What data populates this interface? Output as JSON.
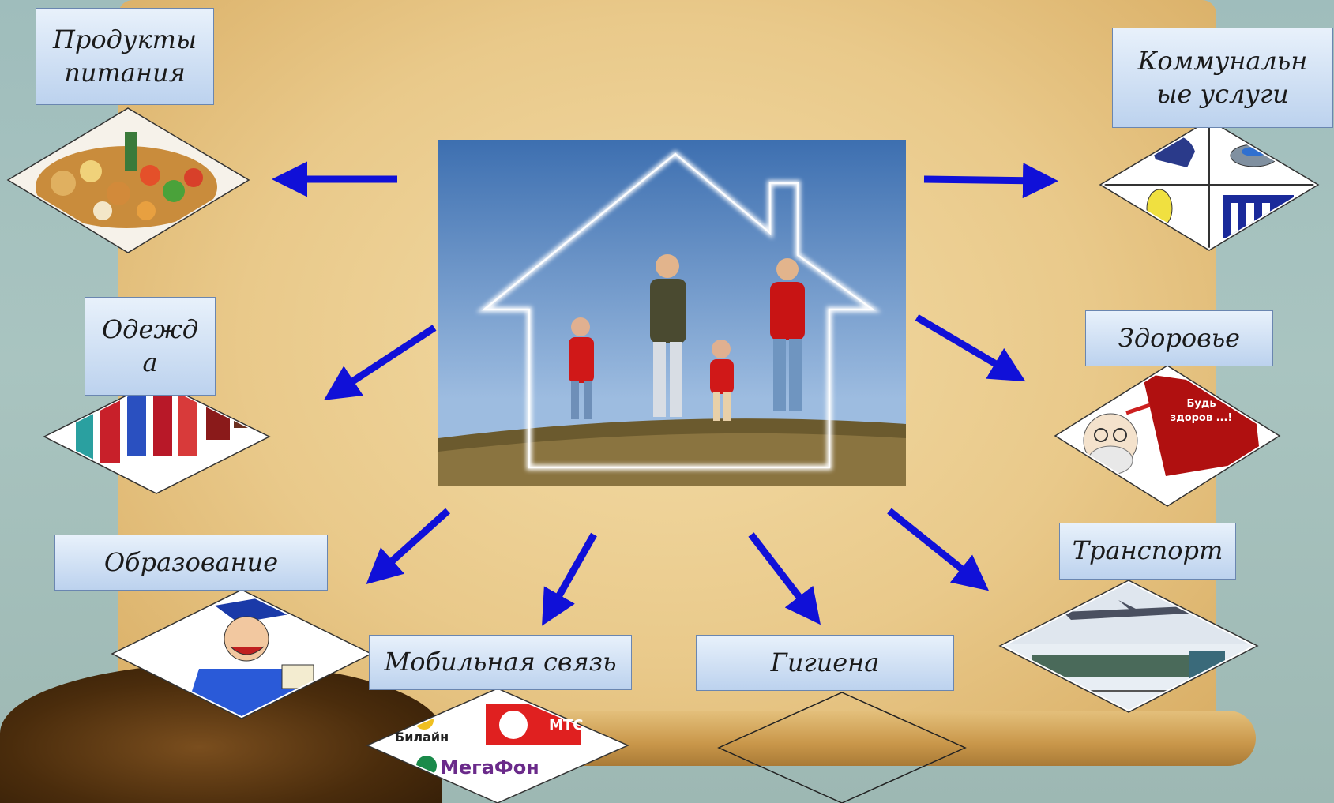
{
  "diagram": {
    "labels": {
      "food": "Продукты\nпитания",
      "utilities": "Коммунальн\nые услуги",
      "clothing": "Одежд\nа",
      "health": "Здоровье",
      "education": "Образование",
      "transport": "Транспорт",
      "mobile": "Мобильная связь",
      "hygiene": "Гигиена"
    },
    "health_sign": "Будь\nздоров ...!",
    "mobile_brands": {
      "beeline": "Билайн",
      "mts": "МТС",
      "megafon": "МегаФон"
    },
    "colors": {
      "arrow": "#1010d8",
      "label_fill": "#c9dcf2",
      "scroll": "#ecd199"
    }
  }
}
